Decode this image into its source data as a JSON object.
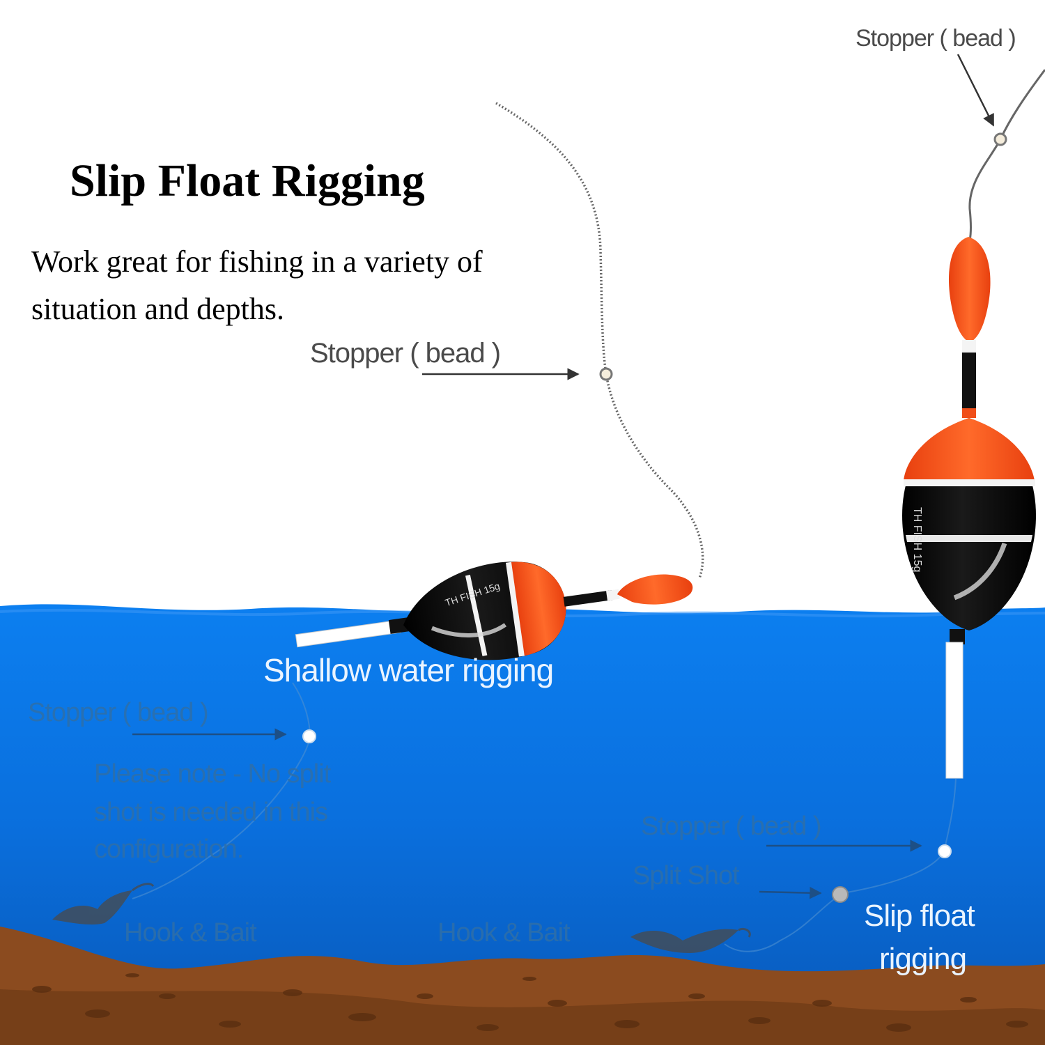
{
  "title": "Slip Float Rigging",
  "subtitle_line1": "Work great for fishing in a variety of",
  "subtitle_line2": "situation and depths.",
  "labels": {
    "stopper_top_right": "Stopper ( bead )",
    "stopper_mid": "Stopper ( bead )",
    "shallow_water": "Shallow water rigging",
    "stopper_left": "Stopper ( bead )",
    "note_line1": "Please note - No split",
    "note_line2": "shot is needed in this",
    "note_line3": "configuration.",
    "hook_bait_left": "Hook & Bait",
    "hook_bait_mid": "Hook & Bait",
    "stopper_right": "Stopper ( bead )",
    "split_shot": "Split Shot",
    "slip_float_line1": "Slip float",
    "slip_float_line2": "rigging"
  },
  "float_marking": "TH FISH 15g",
  "colors": {
    "water": "#0a73e6",
    "seabed": "#8a4a1e",
    "float_orange": "#f0521c",
    "float_black": "#111111",
    "line": "#555555"
  },
  "icons": [
    "bead-icon",
    "split-shot-icon",
    "hook-bait-icon",
    "arrow-icon"
  ]
}
